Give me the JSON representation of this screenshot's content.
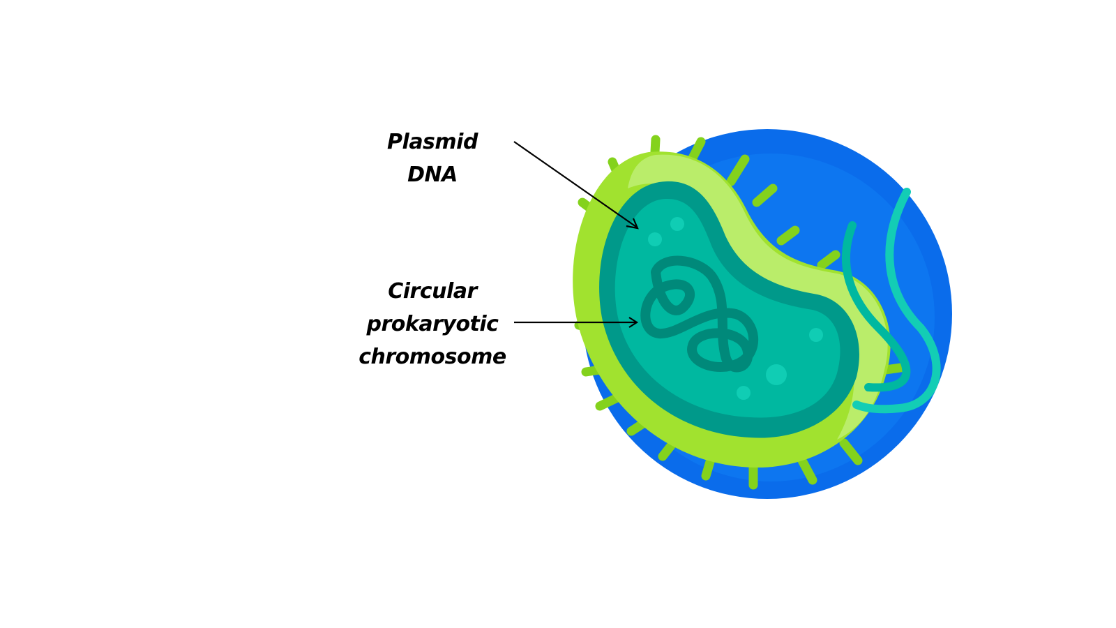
{
  "labels": {
    "plasmid": "Plasmid DNA",
    "chromosome_line1": "Circular",
    "chromosome_line2": "prokaryotic",
    "chromosome_line3": "chromosome"
  },
  "colors": {
    "background_circle": "#0A6CEB",
    "cell_wall": "#A1E22F",
    "cell_wall_highlight": "#BAED6A",
    "pili": "#84D21C",
    "membrane": "#00998A",
    "cytoplasm": "#00B8A0",
    "chromosome": "#00897A",
    "flagella": "#13CDB5"
  }
}
